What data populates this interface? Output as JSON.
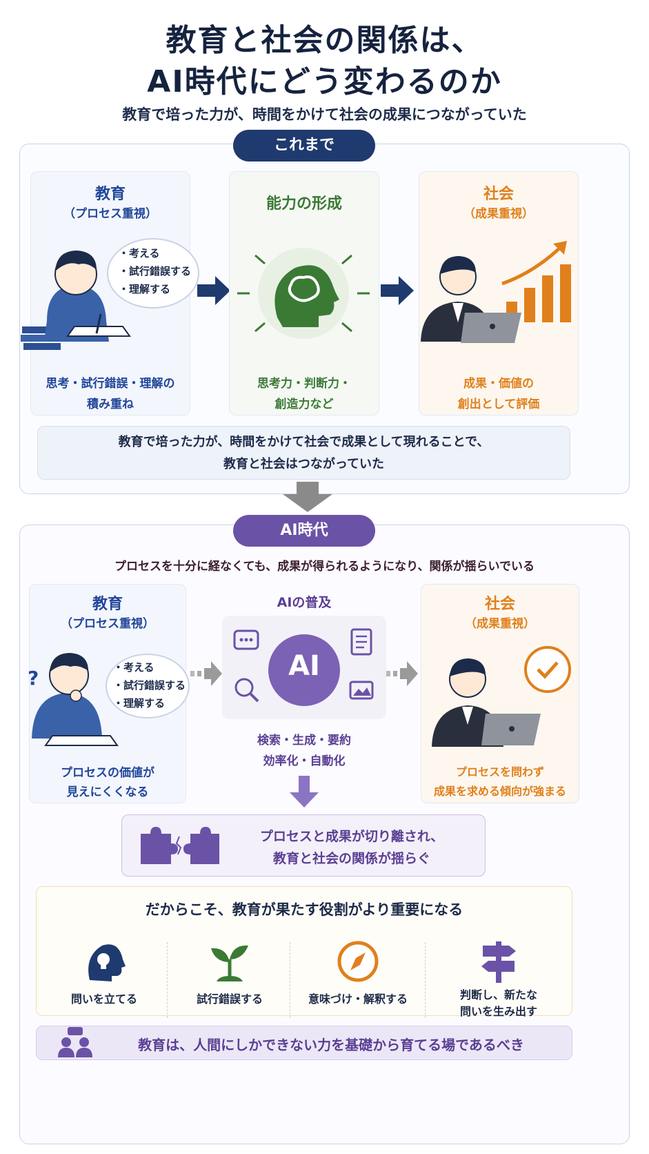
{
  "title": {
    "line1": "教育と社会の関係は、",
    "line2": "AI時代にどう変わるのか",
    "subtitle": "教育で培った力が、時間をかけて社会の成果につながっていた"
  },
  "before": {
    "pill": "これまで",
    "education": {
      "heading": "教育",
      "sub": "（プロセス重視）",
      "bullets": [
        "・考える",
        "・試行錯誤する",
        "・理解する"
      ],
      "caption1": "思考・試行錯誤・理解の",
      "caption2": "積み重ね"
    },
    "ability": {
      "heading": "能力の形成",
      "caption1": "思考力・判断力・",
      "caption2": "創造力など"
    },
    "society": {
      "heading": "社会",
      "sub": "（成果重視）",
      "caption1": "成果・価値の",
      "caption2": "創出として評価"
    },
    "note1": "教育で培った力が、時間をかけて社会で成果として現れることで、",
    "note2": "教育と社会はつながっていた"
  },
  "ai": {
    "pill": "AI時代",
    "lead": "プロセスを十分に経なくても、成果が得られるようになり、関係が揺らいでいる",
    "education": {
      "heading": "教育",
      "sub": "（プロセス重視）",
      "bullets": [
        "・考える",
        "・試行錯誤する",
        "・理解する"
      ],
      "question": "?",
      "caption1": "プロセスの価値が",
      "caption2": "見えにくくなる"
    },
    "spread": {
      "heading": "AIの普及",
      "center": "AI",
      "caption1": "検索・生成・要約",
      "caption2": "効率化・自動化"
    },
    "society": {
      "heading": "社会",
      "sub": "（成果重視）",
      "caption1": "プロセスを問わず",
      "caption2": "成果を求める傾向が強まる"
    },
    "split1": "プロセスと成果が切り離され、",
    "split2": "教育と社会の関係が揺らぐ"
  },
  "roles": {
    "heading": "だからこそ、教育が果たす役割がより重要になる",
    "items": [
      {
        "label1": "問いを立てる",
        "label2": ""
      },
      {
        "label1": "試行錯誤する",
        "label2": ""
      },
      {
        "label1": "意味づけ・解釈する",
        "label2": ""
      },
      {
        "label1": "判断し、新たな",
        "label2": "問いを生み出す"
      }
    ]
  },
  "conclusion": "教育は、人間にしかできない力を基礎から育てる場であるべき",
  "colors": {
    "navy": "#1f3a6e",
    "purple": "#6a52a6",
    "education_blue": "#21469a",
    "ability_green": "#3b7a35",
    "society_orange": "#e0801c"
  }
}
